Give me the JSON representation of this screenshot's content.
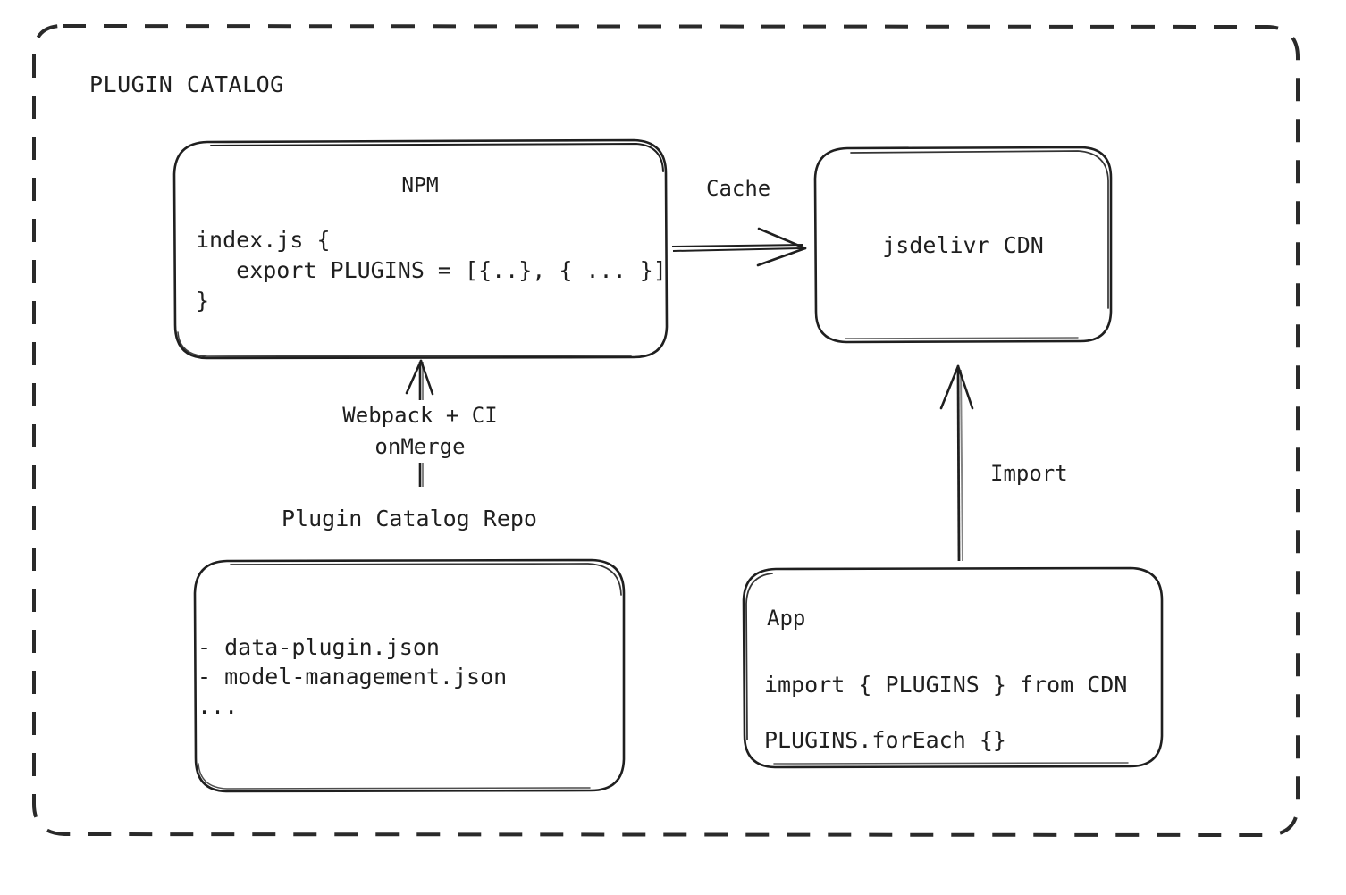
{
  "diagram": {
    "title": "PLUGIN CATALOG",
    "theme": {
      "background": "#ffffff",
      "stroke": "#1f1f1f",
      "text": "#1f1f1f"
    },
    "nodes": {
      "npm": {
        "title": "NPM",
        "code_lines": [
          "index.js {",
          "   export PLUGINS = [{..}, { ... }]",
          "}"
        ],
        "code_text": "index.js {\n   export PLUGINS = [{..}, { ... }]\n}"
      },
      "cdn": {
        "title": "jsdelivr CDN"
      },
      "repo": {
        "caption": "Plugin Catalog Repo",
        "items": [
          "- data-plugin.json",
          "- model-management.json",
          "..."
        ],
        "items_text": "- data-plugin.json\n- model-management.json\n..."
      },
      "app": {
        "title": "App",
        "code_lines": [
          "import { PLUGINS } from CDN",
          "PLUGINS.forEach {}"
        ],
        "code_text": "import { PLUGINS } from CDN\nPLUGINS.forEach {}"
      }
    },
    "edges": {
      "npm_to_cdn": {
        "label": "Cache",
        "from": "npm",
        "to": "cdn",
        "direction": "right"
      },
      "repo_to_npm": {
        "label": "Webpack + CI\nonMerge",
        "label_line1": "Webpack + CI",
        "label_line2": "onMerge",
        "from": "repo",
        "to": "npm",
        "direction": "up"
      },
      "app_to_cdn": {
        "label": "Import",
        "from": "app",
        "to": "cdn",
        "direction": "up"
      }
    }
  }
}
